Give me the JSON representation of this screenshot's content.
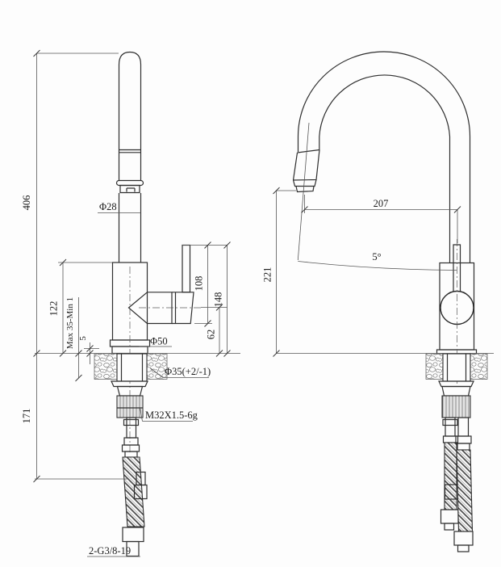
{
  "drawing": {
    "type": "faucet-installation-dimension-drawing",
    "units": "mm",
    "labels": {
      "overall_height": "406",
      "body_height": "122",
      "deck_thickness": "Max 35-Min 1",
      "base_plate_height": "5",
      "below_deck_depth": "171",
      "spout_diameter": "Φ28",
      "base_diameter": "Φ50",
      "hole_diameter": "Φ35(+2/-1)",
      "shank_thread": "M32X1.5-6g",
      "supply_hose_thread": "2-G3/8-19",
      "handle_length": "108",
      "handle_top_height": "148",
      "handle_center_height": "62",
      "spout_reach": "207",
      "spout_height": "221",
      "swivel_angle": "5°"
    }
  }
}
